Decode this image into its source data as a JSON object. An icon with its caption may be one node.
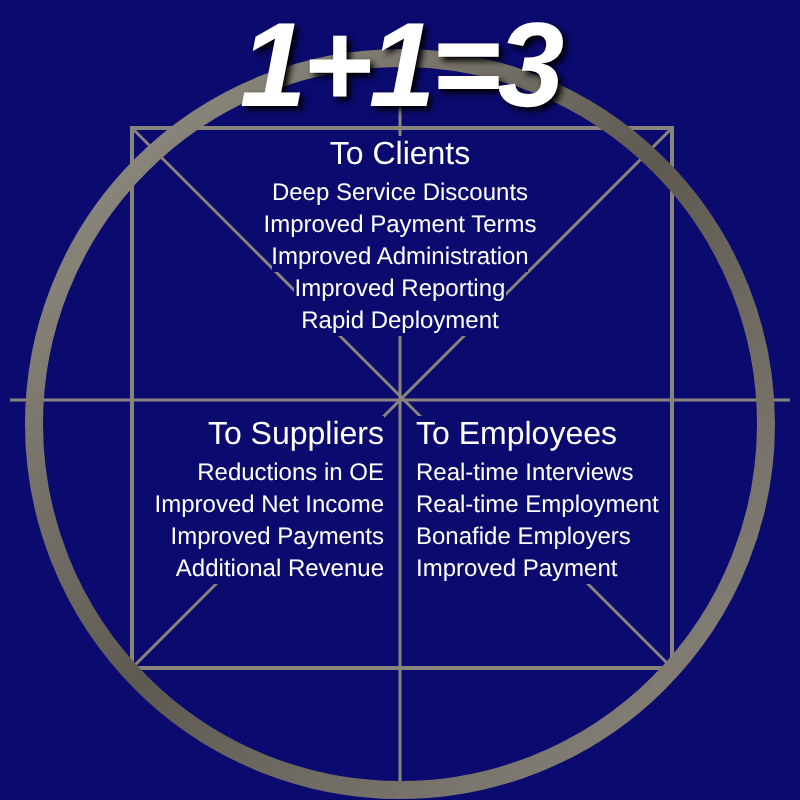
{
  "diagram": {
    "title": "1+1=3",
    "labels": [
      "To Clients",
      "Deep Service Discounts",
      "Improved Payment Terms",
      "Improved Administration",
      "Improved Reporting",
      "Rapid Deployment",
      "To Suppliers",
      "Reductions in OE",
      "Improved Net Income",
      "Improved Payments",
      "Additional Revenue",
      "To Employees",
      "Real-time Interviews",
      "Real-time Employment",
      "Bonafide Employers",
      "Improved Payment"
    ]
  }
}
